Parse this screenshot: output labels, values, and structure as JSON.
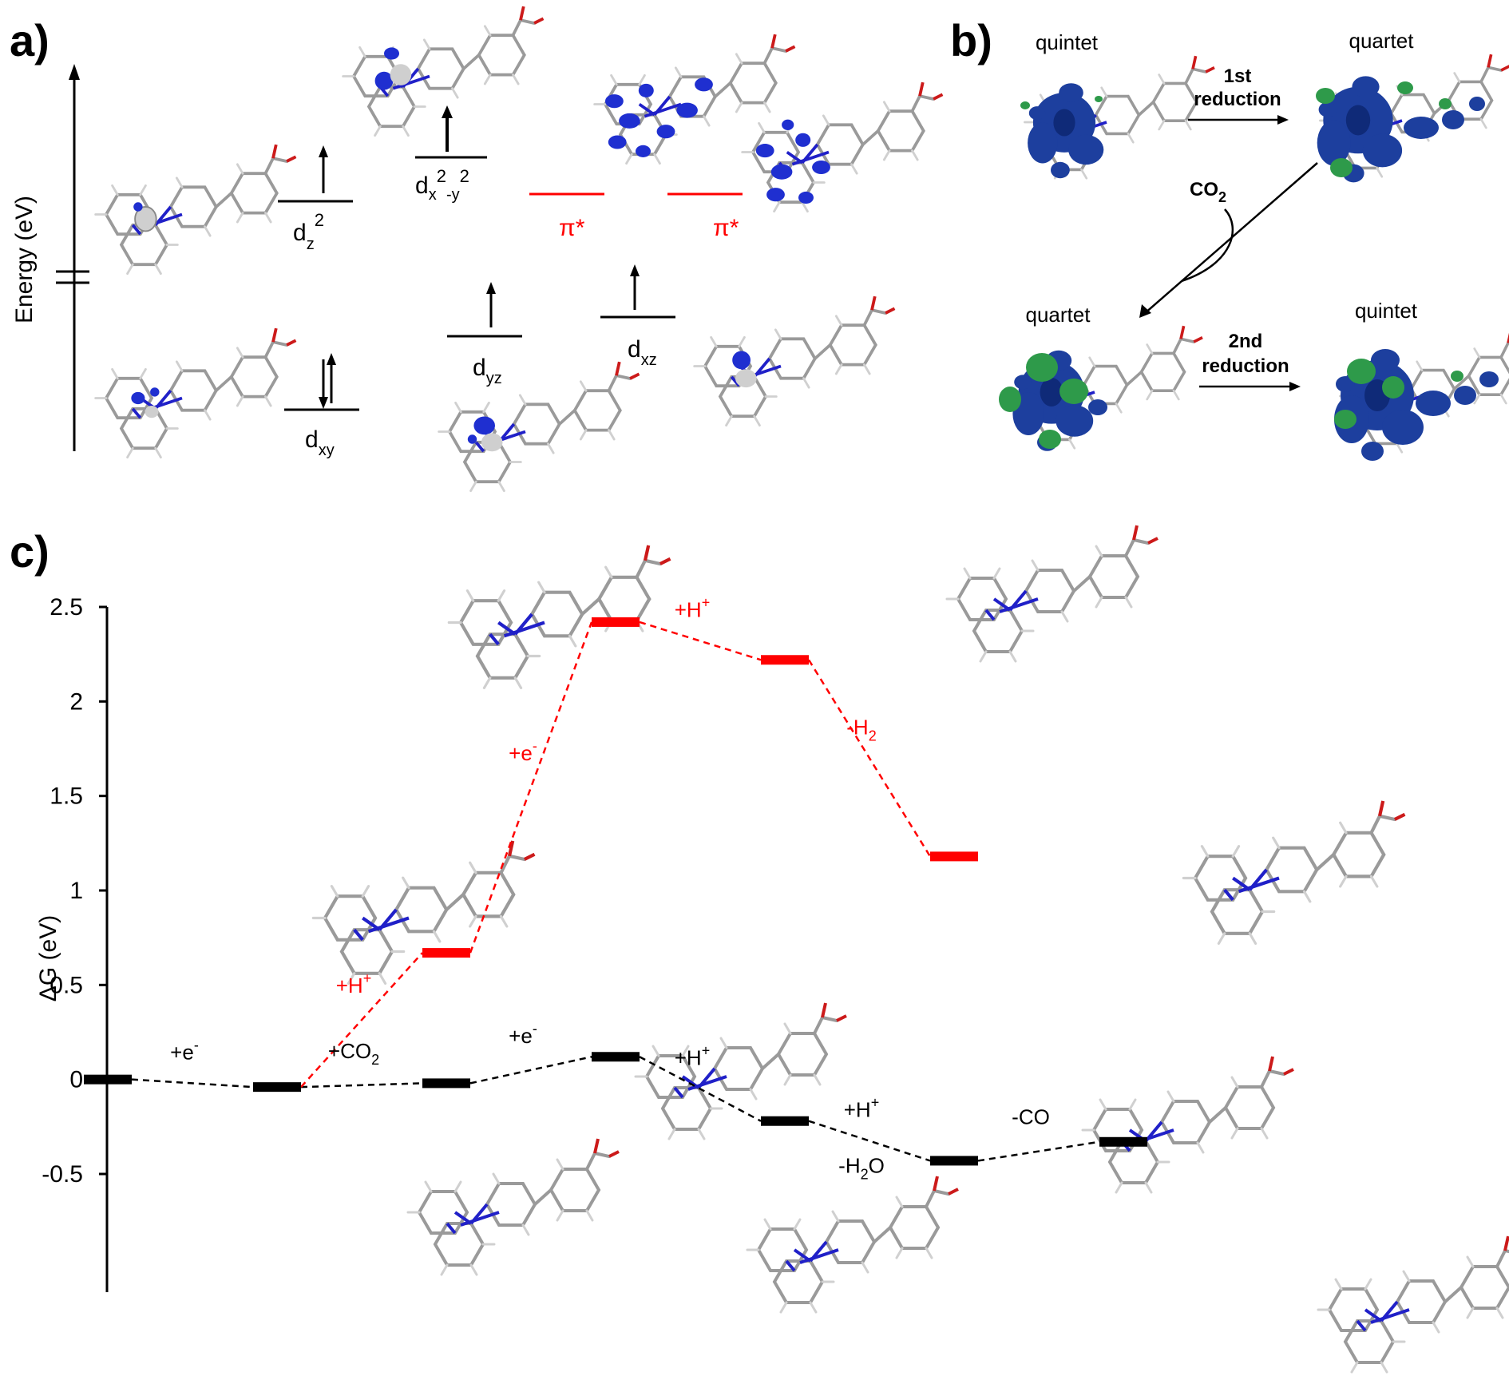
{
  "panel_labels": {
    "a": "a)",
    "b": "b)",
    "c": "c)"
  },
  "panel_a": {
    "axis_label": "Energy (eV)",
    "orbitals": {
      "dz2": {
        "base": "d",
        "sub": "z",
        "sup": "2"
      },
      "dx2y2": {
        "base": "d",
        "sub1": "x",
        "sup1": "2",
        "mid": "-y",
        "sup2": "2"
      },
      "pi1": "π*",
      "pi2": "π*",
      "dyz": {
        "base": "d",
        "sub": "yz"
      },
      "dxz": {
        "base": "d",
        "sub": "xz"
      },
      "dxy": {
        "base": "d",
        "sub": "xy"
      }
    },
    "colors": {
      "pi": "#ff0000",
      "density": "#1f2fd0",
      "metal": "#c8c8c8"
    }
  },
  "panel_b": {
    "labels": {
      "tl": "quintet",
      "tr": "quartet",
      "bl": "quartet",
      "br": "quintet"
    },
    "arrows": {
      "first_line1": "1st",
      "first_line2": "reduction",
      "co2": "CO",
      "co2_sub": "2",
      "second_line1": "2nd",
      "second_line2": "reduction"
    },
    "colors": {
      "alpha": "#1d3f9e",
      "beta": "#2e9a4a"
    }
  },
  "panel_c": {
    "chart_data": {
      "type": "line",
      "ylabel": "ΔG (eV)",
      "ylim": [
        -0.5,
        2.5
      ],
      "yticks": [
        2.5,
        2,
        1.5,
        1,
        0.5,
        0,
        -0.5
      ],
      "ytick_labels": [
        "2.5",
        "2",
        "1.5",
        "1",
        "0.5",
        "0",
        "-0.5"
      ],
      "series": [
        {
          "color": "#000000",
          "levels": [
            {
              "x": 0,
              "y": 0.0
            },
            {
              "x": 1,
              "y": -0.04
            },
            {
              "x": 2,
              "y": -0.02
            },
            {
              "x": 3,
              "y": 0.12
            },
            {
              "x": 4,
              "y": -0.22
            },
            {
              "x": 5,
              "y": -0.43
            },
            {
              "x": 6,
              "y": -0.33
            }
          ],
          "step_labels": [
            {
              "text": "+e",
              "sup": "-"
            },
            {
              "text": "+CO",
              "sub": "2"
            },
            {
              "text": "+e",
              "sup": "-"
            },
            {
              "text": "+H",
              "sup": "+"
            },
            {
              "text": "+H",
              "sup": "+",
              "line2": "-H",
              "line2_sub": "2",
              "line2_tail": "O"
            },
            {
              "text": "-CO"
            }
          ]
        },
        {
          "color": "#ff0000",
          "levels": [
            {
              "x": 1,
              "y": -0.04
            },
            {
              "x": 2,
              "y": 0.67
            },
            {
              "x": 3,
              "y": 2.42
            },
            {
              "x": 4,
              "y": 2.22
            },
            {
              "x": 5,
              "y": 1.18
            }
          ],
          "step_labels": [
            {
              "text": "+H",
              "sup": "+"
            },
            {
              "text": "+e",
              "sup": "-"
            },
            {
              "text": "+H",
              "sup": "+"
            },
            {
              "text": "-H",
              "sub": "2"
            }
          ]
        }
      ]
    },
    "colors": {
      "black": "#000000",
      "red": "#ff0000",
      "nitrogen": "#2020c8",
      "oxygen": "#cc1a1a",
      "bond": "#9a9a9a"
    }
  }
}
